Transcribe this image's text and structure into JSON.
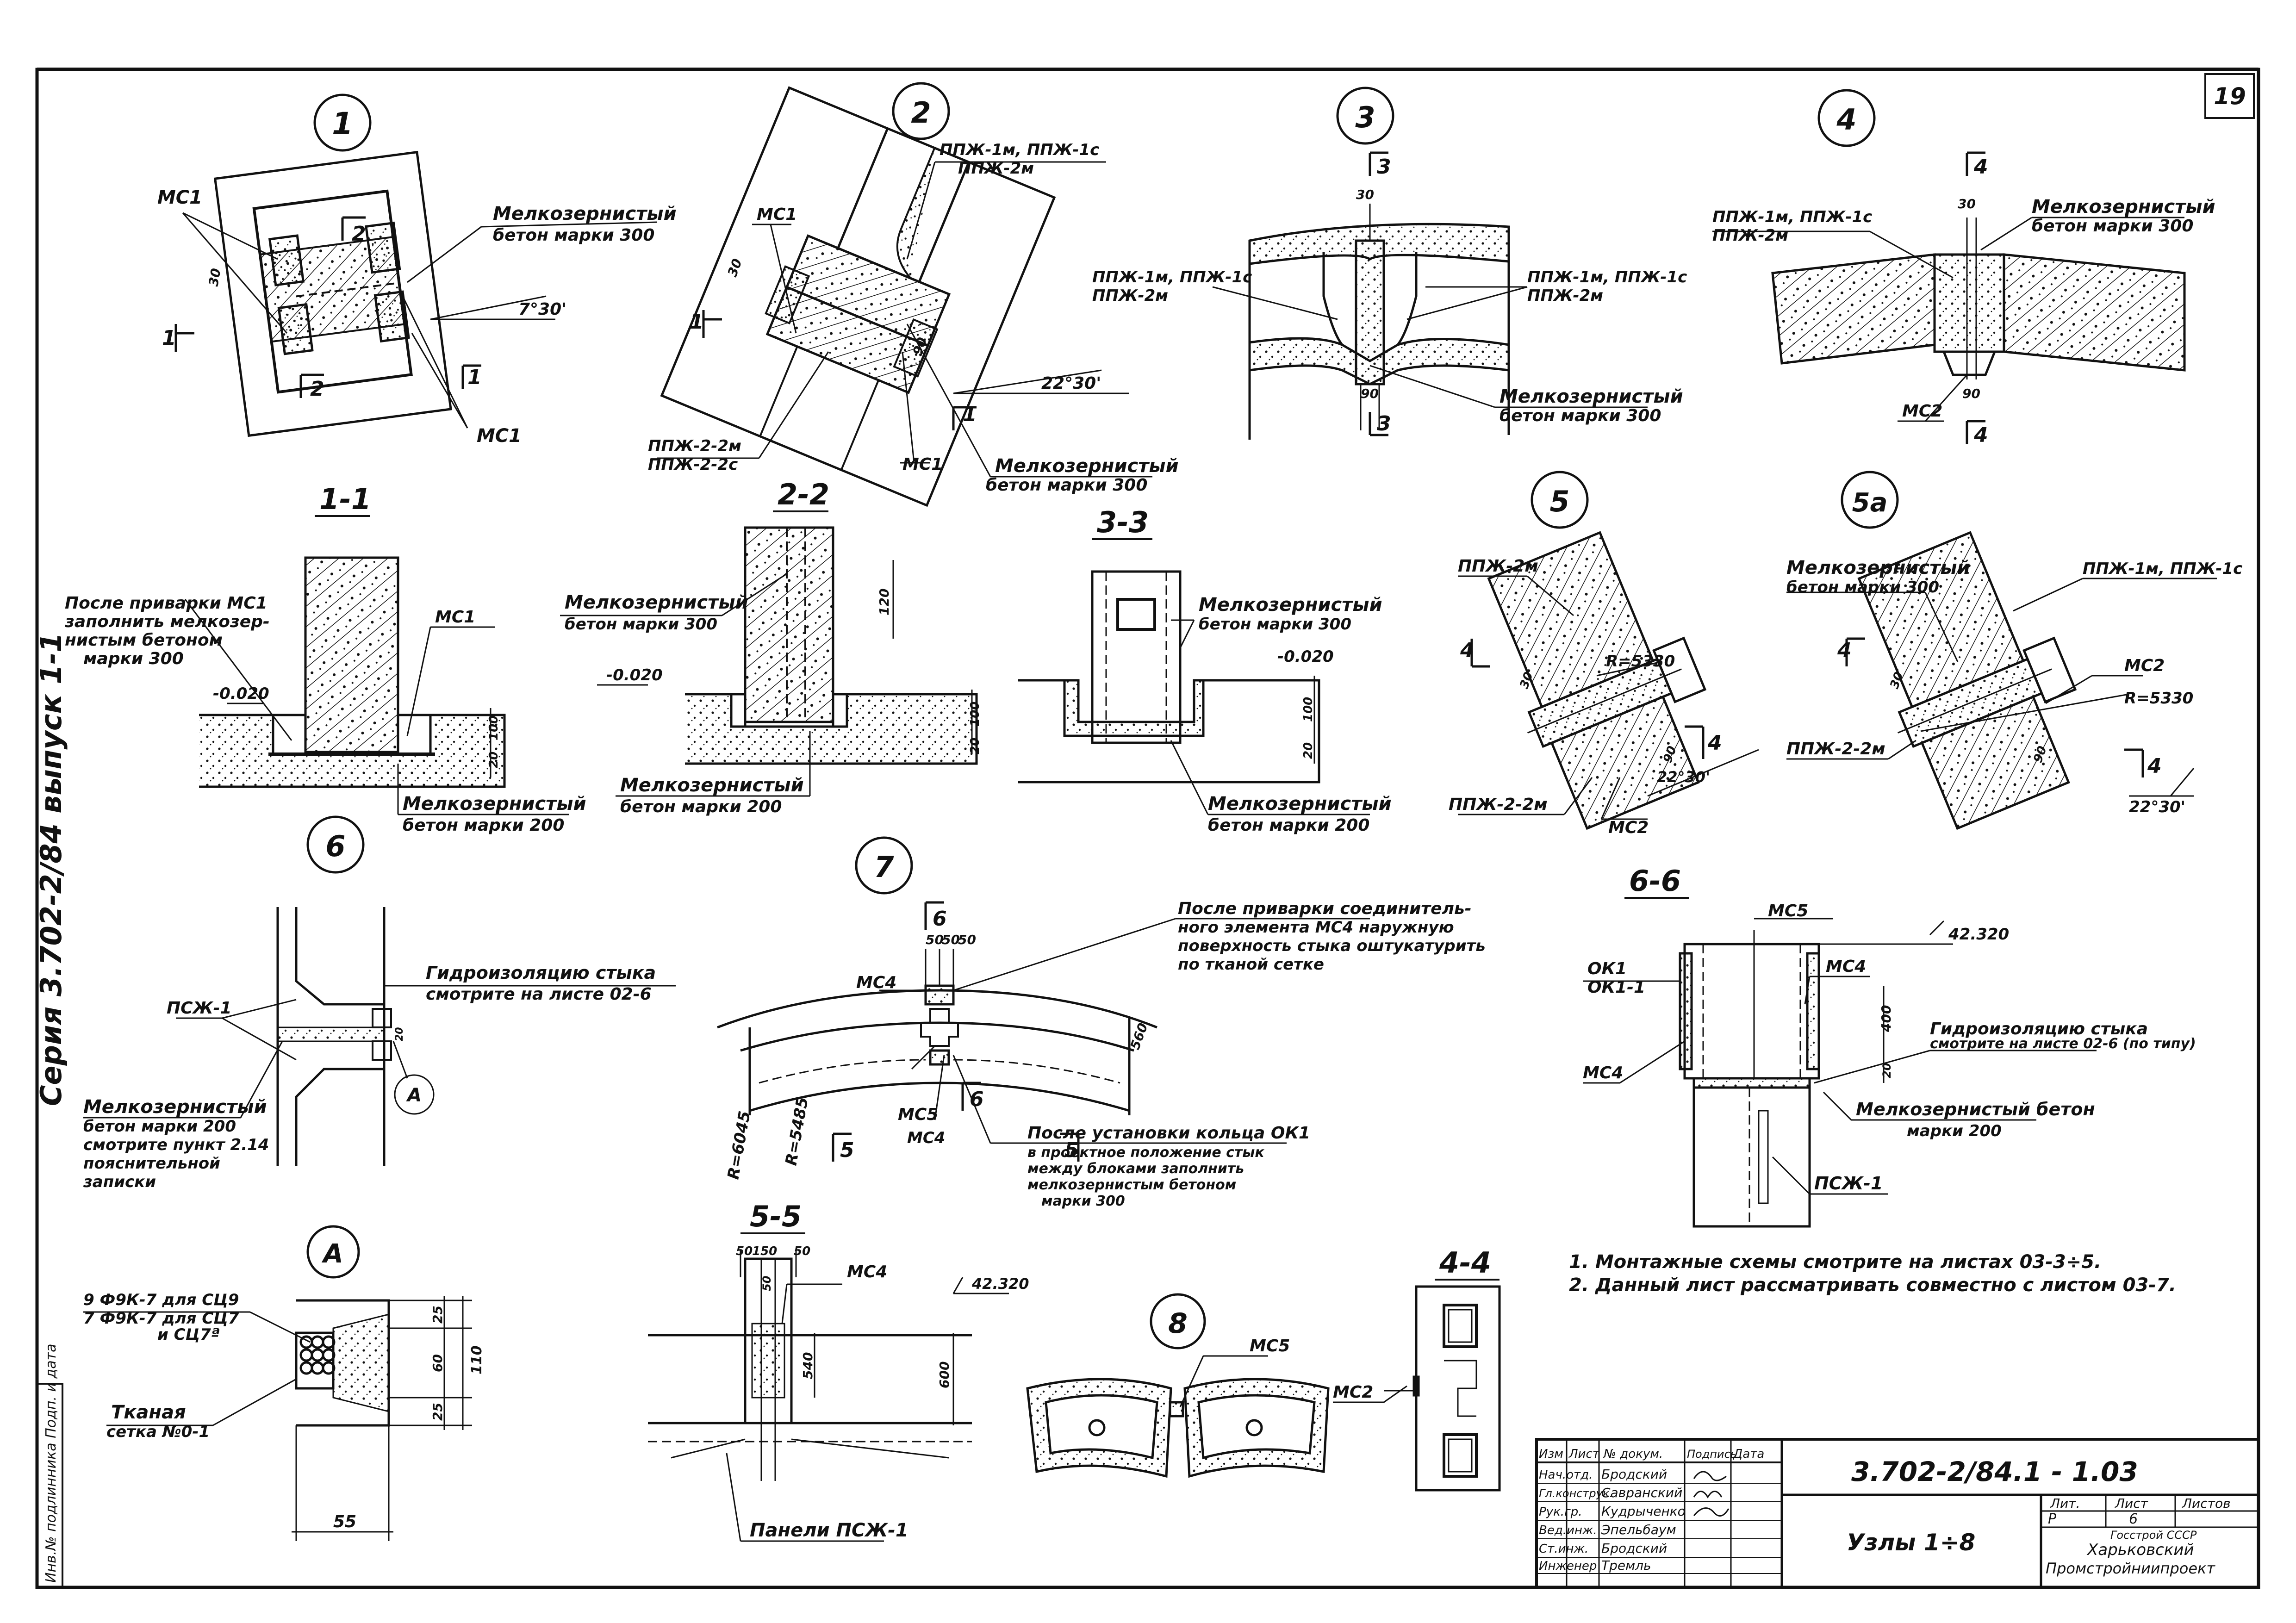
{
  "sheet_number": "19",
  "series_vertical": "Серия 3.702-2/84 выпуск 1-1",
  "stamp_vertical": "Инв.№ подлинника  Подп. и дата",
  "nodes": {
    "n1": {
      "number": "1",
      "label_mc1_a": "МС1",
      "label_mc1_b": "МС1",
      "concrete_1": "Мелкозернистый",
      "concrete_2": "бетон марки 300",
      "angle": "7°30'",
      "sec_left": "1",
      "sec_right": "1",
      "sec_2_top": "2",
      "sec_2_bot": "2",
      "dim_30": "30"
    },
    "n2": {
      "number": "2",
      "panel_1": "ППЖ-1м, ППЖ-1с",
      "panel_2": "ППЖ-2м",
      "label_mc1": "МС1",
      "label_mc1_b": "МС1",
      "panel_3": "ППЖ-2-2м",
      "panel_4": "ППЖ-2-2с",
      "concrete_1": "Мелкозернистый",
      "concrete_2": "бетон марки 300",
      "angle": "22°30'",
      "sec_left": "1",
      "sec_right": "1",
      "dim_30": "30",
      "dim_90": "90"
    },
    "n3": {
      "number": "3",
      "sec": "3",
      "panel_l1": "ППЖ-1м, ППЖ-1с",
      "panel_l2": "ППЖ-2м",
      "panel_r1": "ППЖ-1м, ППЖ-1с",
      "panel_r2": "ППЖ-2м",
      "concrete_1": "Мелкозернистый",
      "concrete_2": "бетон марки 300",
      "dim_30": "30",
      "dim_90": "90"
    },
    "n4": {
      "number": "4",
      "sec": "4",
      "panel_1": "ППЖ-1м, ППЖ-1с",
      "panel_2": "ППЖ-2м",
      "concrete_1": "Мелкозернистый",
      "concrete_2": "бетон марки 300",
      "label_mc2": "МС2",
      "dim_30": "30",
      "dim_90": "90"
    },
    "n5": {
      "number": "5",
      "panel_top": "ППЖ-2м",
      "panel_bot": "ППЖ-2-2м",
      "radius": "R=5330",
      "angle": "22°30'",
      "label_mc2": "МС2",
      "sec": "4",
      "dim_30": "30",
      "dim_90": "90"
    },
    "n5a": {
      "number": "5а",
      "panel_top": "ППЖ-1м, ППЖ-1с",
      "panel_bot": "ППЖ-2-2м",
      "concrete_1": "Мелкозернистый",
      "concrete_2": "бетон марки 300",
      "label_mc2": "МС2",
      "radius": "R=5330",
      "angle": "22°30'",
      "sec": "4",
      "dim_30": "30",
      "dim_90": "90"
    },
    "n6": {
      "number": "6",
      "hydro_1": "Гидроизоляцию стыка",
      "hydro_2": "смотрите на листе 02-6",
      "label_psg": "ПСЖ-1",
      "concrete_1": "Мелкозернистый",
      "concrete_2": "бетон марки 200",
      "concrete_3": "смотрите пункт 2.14",
      "concrete_4": "пояснительной",
      "concrete_5": "записки",
      "callout": "А",
      "dim": "20"
    },
    "n7": {
      "number": "7",
      "note_1": "После приварки соединитель-",
      "note_2": "ного элемента МС4 наружную",
      "note_3": "поверхность стыка оштукатурить",
      "note_4": "по тканой сетке",
      "label_mc4_a": "МС4",
      "label_mc4_b": "МС4",
      "label_mc5": "МС5",
      "dims_top": [
        "50",
        "50",
        "50"
      ],
      "dim_560": "560",
      "r_outer": "R=6045",
      "r_inner": "R=5485",
      "sec_5": "5",
      "sec_6": "6",
      "after_1": "После установки кольца ОК1",
      "after_2": "в проектное положение стык",
      "after_3": "между блоками заполнить",
      "after_4": "мелкозернистым бетоном",
      "after_5": "марки 300"
    },
    "n8": {
      "number": "8",
      "label_mc5": "МС5"
    },
    "nA": {
      "number": "А",
      "rope_1": "9 Ф9К-7  для СЦ9",
      "rope_2": "7 Ф9К-7  для СЦ7",
      "rope_3": "и СЦ7ª",
      "mesh_1": "Тканая",
      "mesh_2": "сетка №0-1",
      "dims": [
        "25",
        "60",
        "25"
      ],
      "dim_total": "110",
      "dim_width": "55"
    }
  },
  "sections": {
    "s11": {
      "title": "1-1",
      "after_1": "После приварки МС1",
      "after_2": "заполнить мелкозер-",
      "after_3": "нистым бетоном",
      "after_4": "марки 300",
      "label_mc1": "МС1",
      "level": "-0.020",
      "dims": [
        "100",
        "20"
      ],
      "concrete_1": "Мелкозернистый",
      "concrete_2": "бетон марки 200"
    },
    "s22": {
      "title": "2-2",
      "concrete_top_1": "Мелкозернистый",
      "concrete_top_2": "бетон марки 300",
      "level": "-0.020",
      "dim_120": "120",
      "dims": [
        "100",
        "20"
      ],
      "concrete_bot_1": "Мелкозернистый",
      "concrete_bot_2": "бетон марки 200"
    },
    "s33": {
      "title": "3-3",
      "concrete_top_1": "Мелкозернистый",
      "concrete_top_2": "бетон марки 300",
      "level": "-0.020",
      "dims": [
        "100",
        "20"
      ],
      "concrete_bot_1": "Мелкозернистый",
      "concrete_bot_2": "бетон марки 200"
    },
    "s66": {
      "title": "6-6",
      "label_mc5": "МС5",
      "level": "42.320",
      "label_ok1": "ОК1",
      "label_ok1_1": "ОК1-1",
      "label_mc4_a": "МС4",
      "label_mc4_b": "МС4",
      "dim_400": "400",
      "dim_20": "20",
      "hydro_1": "Гидроизоляцию стыка",
      "hydro_2": "смотрите на листе 02-6 (по типу)",
      "concrete_1": "Мелкозернистый бетон",
      "concrete_2": "марки 200",
      "label_psg": "ПСЖ-1"
    },
    "s55": {
      "title": "5-5",
      "dims_top": [
        "50",
        "150",
        "50"
      ],
      "dim_50": "50",
      "label_mc4": "МС4",
      "level": "42.320",
      "dim_540": "540",
      "dim_600": "600",
      "panels": "Панели ПСЖ-1"
    },
    "s44": {
      "title": "4-4",
      "label_mc2": "МС2"
    }
  },
  "notes": [
    "1. Монтажные схемы смотрите на листах 03-3÷5.",
    "2. Данный лист рассматривать совместно с листом 03-7."
  ],
  "title_block": {
    "headers": [
      "Изм",
      "Лист",
      "№ докум.",
      "Подпись",
      "Дата"
    ],
    "rows": [
      {
        "role": "Нач.отд.",
        "name": "Бродский",
        "sign": ""
      },
      {
        "role": "Гл.конструк.",
        "name": "Савранский",
        "sign": ""
      },
      {
        "role": "Рук.гр.",
        "name": "Кудрыченко",
        "sign": ""
      },
      {
        "role": "Вед.инж.",
        "name": "Эпельбаум",
        "sign": ""
      },
      {
        "role": "Ст.инж.",
        "name": "Бродский",
        "sign": ""
      },
      {
        "role": "Инженер",
        "name": "Тремль",
        "sign": ""
      }
    ],
    "code": "3.702-2/84.1 - 1.03",
    "title": "Узлы 1÷8",
    "col_lit": "Лит.",
    "col_sheet": "Лист",
    "col_sheets": "Листов",
    "lit": "Р",
    "sheet": "6",
    "sheets": "",
    "org_1": "Госстрой СССР",
    "org_2": "Харьковский",
    "org_3": "Промстройниипроект"
  }
}
